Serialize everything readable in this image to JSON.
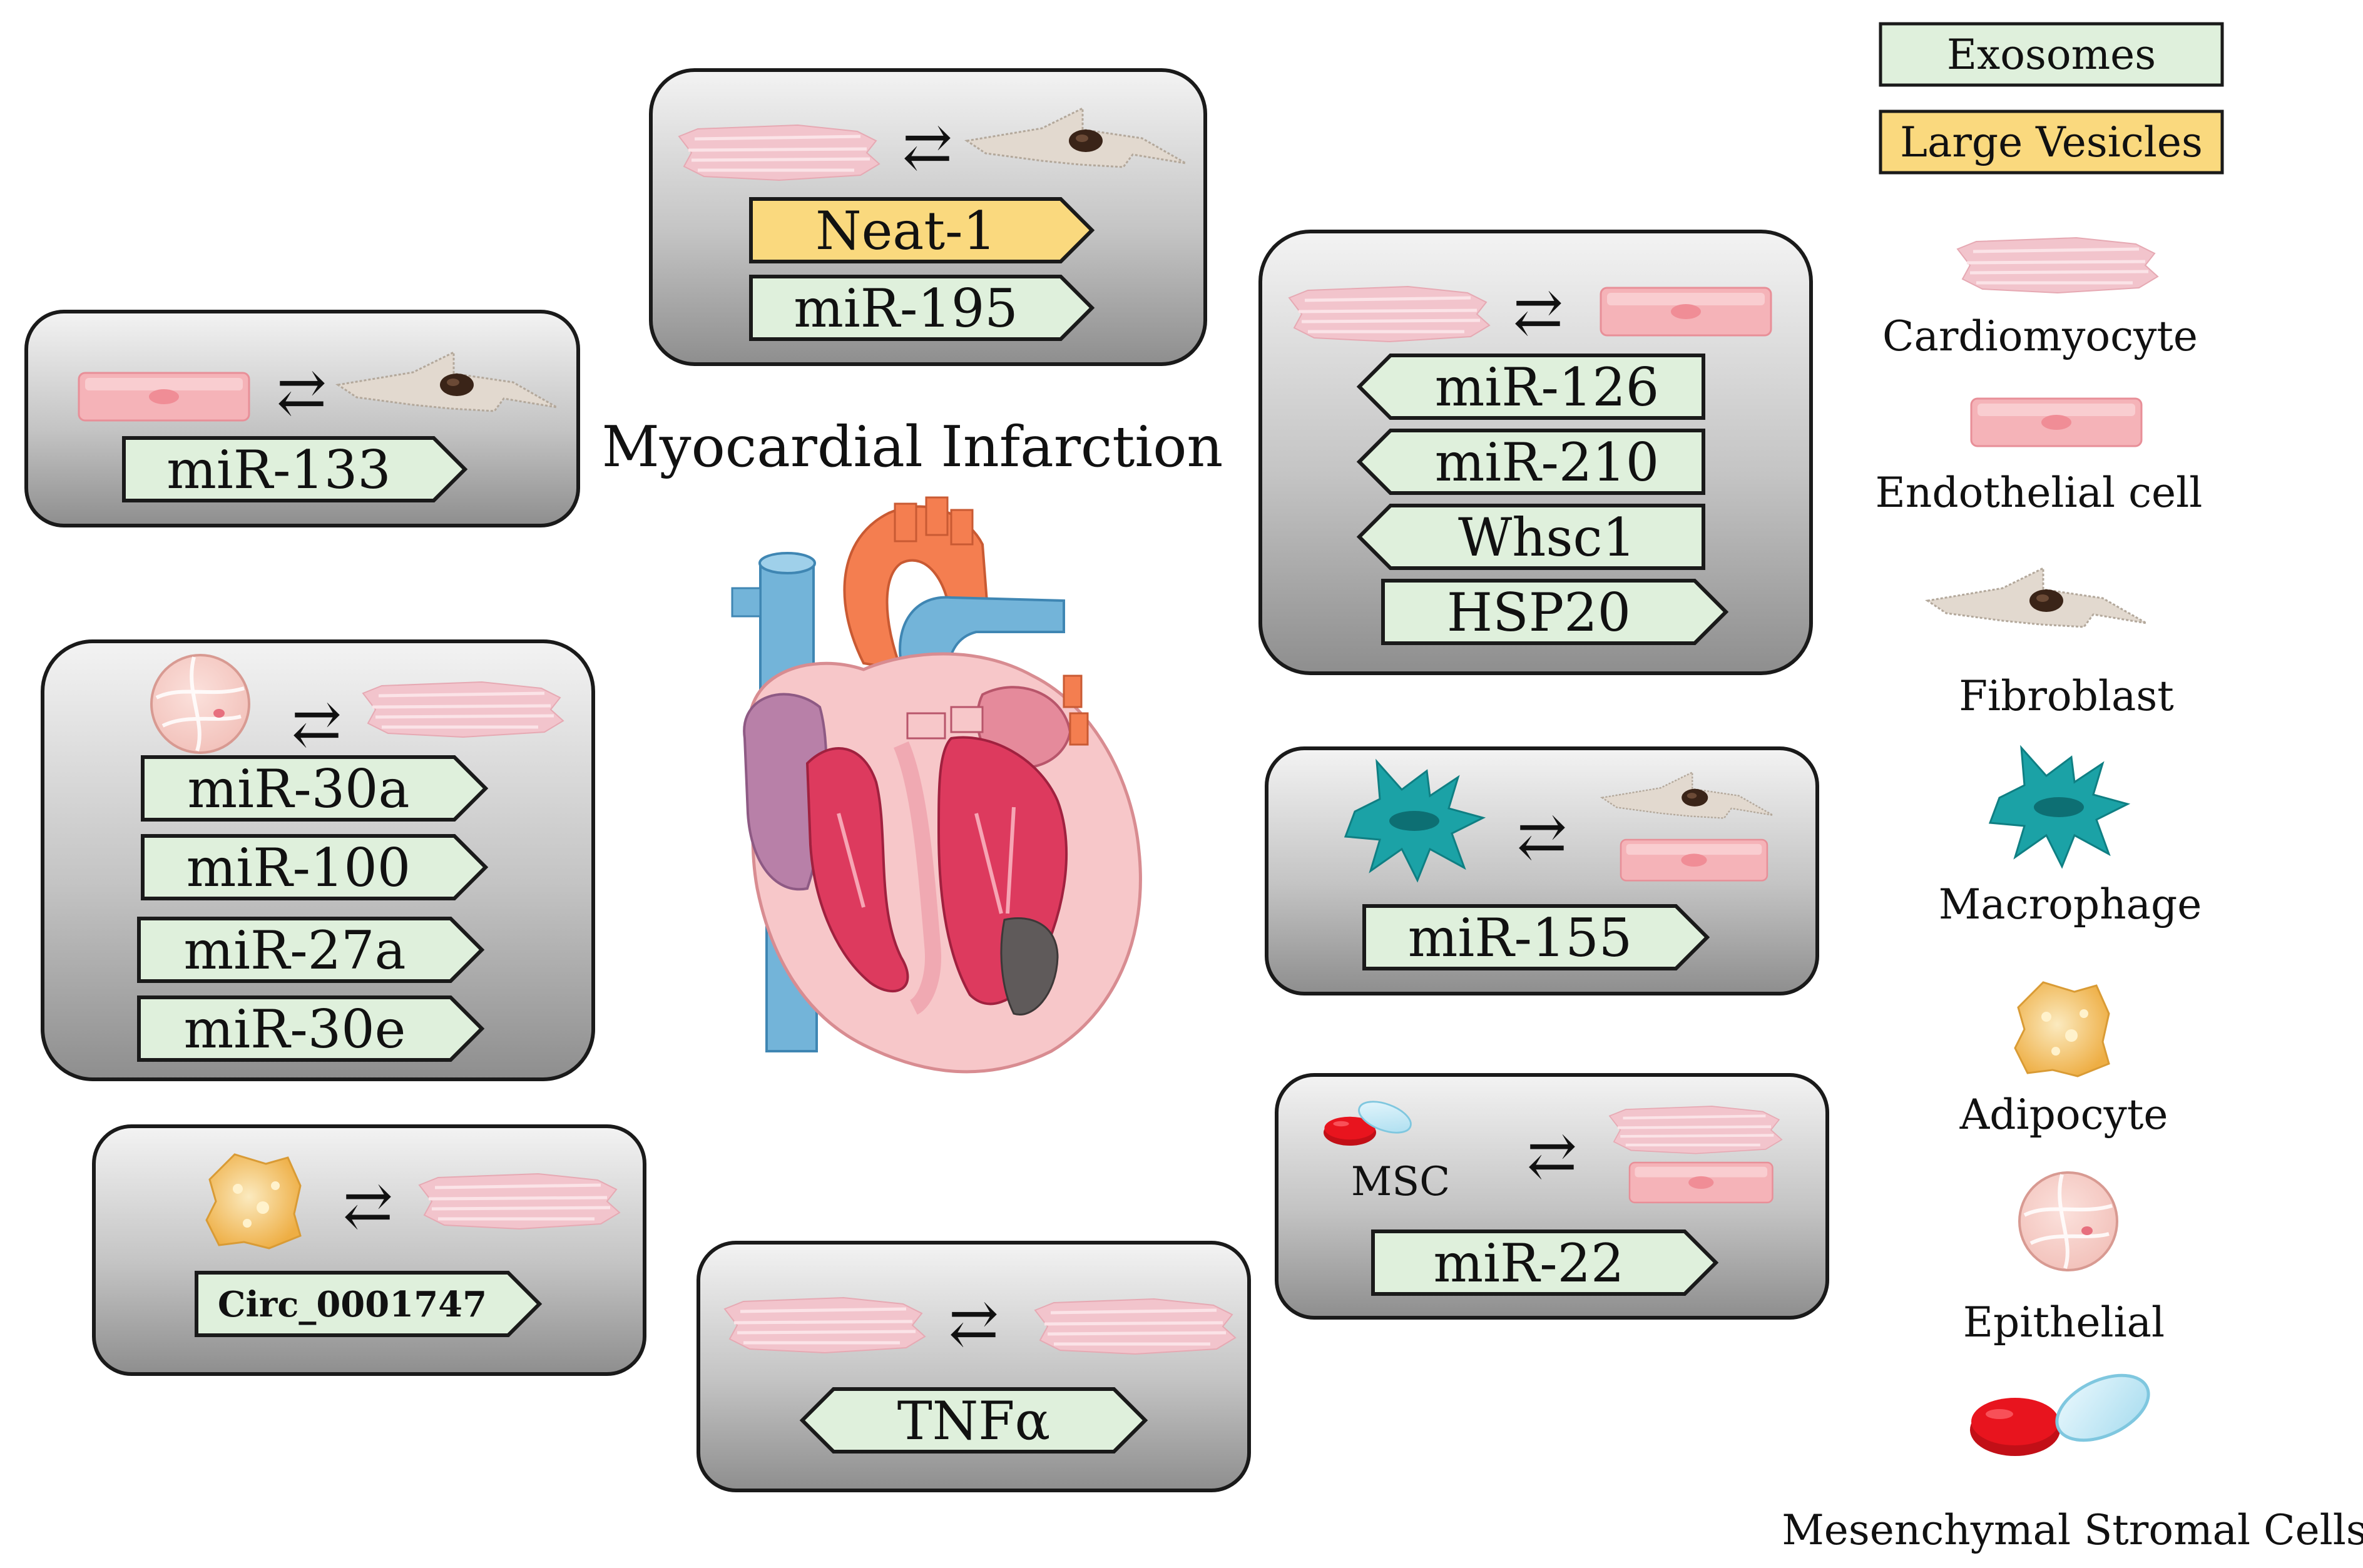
{
  "title": "Myocardial Infarction",
  "colors": {
    "exosome_fill": "#dff0dc",
    "large_vesicle_fill": "#fad97e",
    "panel_light": "#f2f2f2",
    "panel_dark": "#8f8f8f",
    "cardiomyocyte": "#f2c4cc",
    "endothelial": "#f5b3b8",
    "fibroblast": "#e2d9cf",
    "macrophage": "#1ba2a6",
    "adipocyte": "#f2bc5a",
    "msc_dish": "#e8141e"
  },
  "legend": {
    "vesicle_types": [
      {
        "label": "Exosomes",
        "kind": "exosome"
      },
      {
        "label": "Large Vesicles",
        "kind": "large_vesicle"
      }
    ],
    "cell_types": [
      {
        "label": "Cardiomyocyte",
        "icon": "cardiomyocyte-icon"
      },
      {
        "label": "Endothelial cell",
        "icon": "endothelial-cell-icon"
      },
      {
        "label": "Fibroblast",
        "icon": "fibroblast-icon"
      },
      {
        "label": "Macrophage",
        "icon": "macrophage-icon"
      },
      {
        "label": "Adipocyte",
        "icon": "adipocyte-icon"
      },
      {
        "label": "Epithelial",
        "icon": "epithelial-icon"
      },
      {
        "label": "Mesenchymal Stromal Cells",
        "icon": "msc-dish-icon"
      }
    ]
  },
  "exchange_symbol": "⇄",
  "panels": [
    {
      "id": "cardio-fibro-top",
      "from": "cardiomyocyte",
      "to": "fibroblast",
      "cargo": [
        {
          "label": "Neat-1",
          "kind": "large_vesicle",
          "direction": "right"
        },
        {
          "label": "miR-195",
          "kind": "exosome",
          "direction": "right"
        }
      ]
    },
    {
      "id": "endo-fibro",
      "from": "endothelial",
      "to": "fibroblast",
      "cargo": [
        {
          "label": "miR-133",
          "kind": "exosome",
          "direction": "right"
        }
      ]
    },
    {
      "id": "cardio-endo",
      "from": "cardiomyocyte",
      "to": "endothelial",
      "cargo": [
        {
          "label": "miR-126",
          "kind": "exosome",
          "direction": "left"
        },
        {
          "label": "miR-210",
          "kind": "exosome",
          "direction": "left"
        },
        {
          "label": "Whsc1",
          "kind": "exosome",
          "direction": "left"
        },
        {
          "label": "HSP20",
          "kind": "exosome",
          "direction": "right"
        }
      ]
    },
    {
      "id": "epi-cardio",
      "from": "epithelial",
      "to": "cardiomyocyte",
      "cargo": [
        {
          "label": "miR-30a",
          "kind": "exosome",
          "direction": "right"
        },
        {
          "label": "miR-100",
          "kind": "exosome",
          "direction": "right"
        },
        {
          "label": "miR-27a",
          "kind": "exosome",
          "direction": "right"
        },
        {
          "label": "miR-30e",
          "kind": "exosome",
          "direction": "right"
        }
      ]
    },
    {
      "id": "macro-fibro-endo",
      "from": "macrophage",
      "to": "fibroblast+endothelial",
      "cargo": [
        {
          "label": "miR-155",
          "kind": "exosome",
          "direction": "right"
        }
      ]
    },
    {
      "id": "msc-cardio-endo",
      "from": "msc",
      "from_label": "MSC",
      "to": "cardiomyocyte+endothelial",
      "cargo": [
        {
          "label": "miR-22",
          "kind": "exosome",
          "direction": "right"
        }
      ]
    },
    {
      "id": "adipo-cardio",
      "from": "adipocyte",
      "to": "cardiomyocyte",
      "cargo": [
        {
          "label": "Circ_0001747",
          "kind": "exosome",
          "direction": "right"
        }
      ]
    },
    {
      "id": "cardio-cardio",
      "from": "cardiomyocyte",
      "to": "cardiomyocyte",
      "cargo": [
        {
          "label": "TNFα",
          "kind": "exosome",
          "direction": "both"
        }
      ]
    }
  ]
}
